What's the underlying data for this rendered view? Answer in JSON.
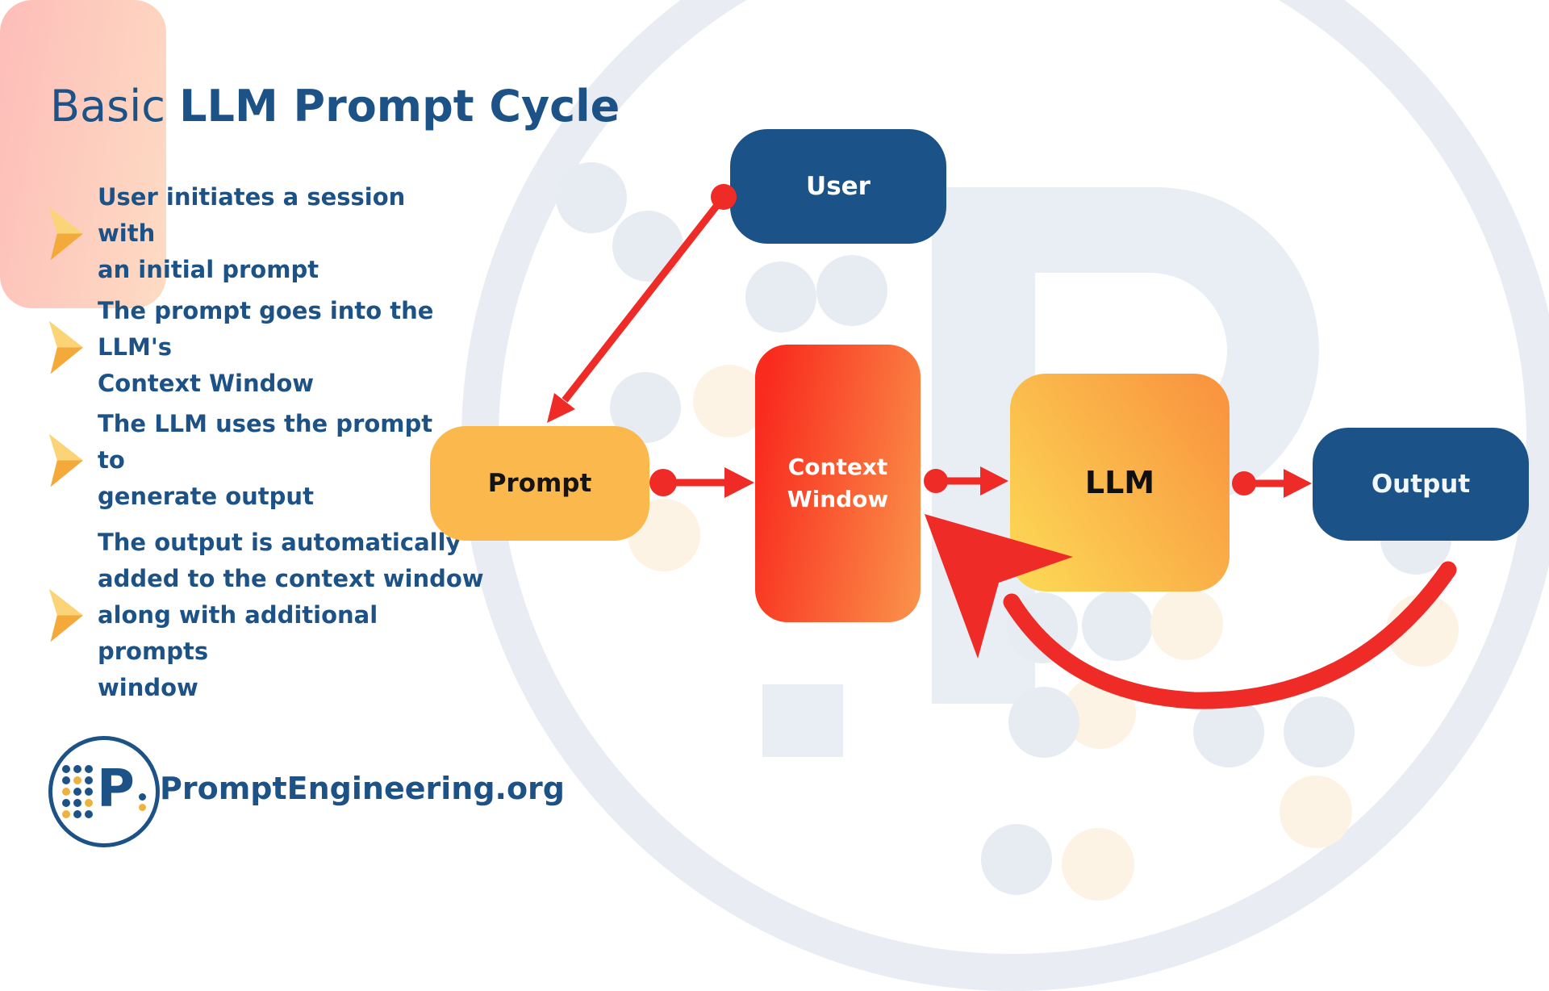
{
  "title": {
    "light": "Basic ",
    "bold": "LLM Prompt Cycle"
  },
  "bullets": [
    {
      "text": "User initiates a session with\nan initial prompt"
    },
    {
      "text": "The prompt goes into the LLM's\nContext Window"
    },
    {
      "text": "The LLM uses the prompt to\ngenerate output"
    },
    {
      "text": "The output is automatically\nadded to the context window\nalong with additional prompts\nwindow"
    }
  ],
  "diagram": {
    "nodes": [
      {
        "id": "user",
        "label": "User",
        "color": "#1b5287"
      },
      {
        "id": "prompt",
        "label": "Prompt",
        "color": "#fbb84d"
      },
      {
        "id": "context-window",
        "label": "Context\nWindow",
        "color_gradient": [
          "#f92a1e",
          "#fa9049"
        ]
      },
      {
        "id": "llm",
        "label": "LLM",
        "color_gradient": [
          "#fcd554",
          "#f9963f"
        ]
      },
      {
        "id": "output",
        "label": "Output",
        "color": "#1b5287"
      }
    ],
    "edges": [
      {
        "from": "user",
        "to": "prompt"
      },
      {
        "from": "prompt",
        "to": "context-window"
      },
      {
        "from": "context-window",
        "to": "llm"
      },
      {
        "from": "llm",
        "to": "output"
      },
      {
        "from": "output",
        "to": "context-window",
        "style": "curved-loop"
      }
    ]
  },
  "footer": {
    "brand": "PromptEngineering.org",
    "logo_letter": "P"
  },
  "watermark_letter": "P",
  "colors": {
    "arrow_red": "#ee2b26",
    "dark_blue": "#1b5287",
    "text_blue": "#1d5286",
    "prompt_yellow": "#fbb84d",
    "chevron_light": "#fbd478",
    "chevron_dark": "#f4a93b",
    "watermark_gray": "#e9edf4",
    "deco_gray": "#e7ebf2",
    "deco_cream": "#fdf3e4",
    "background": "#ffffff"
  }
}
